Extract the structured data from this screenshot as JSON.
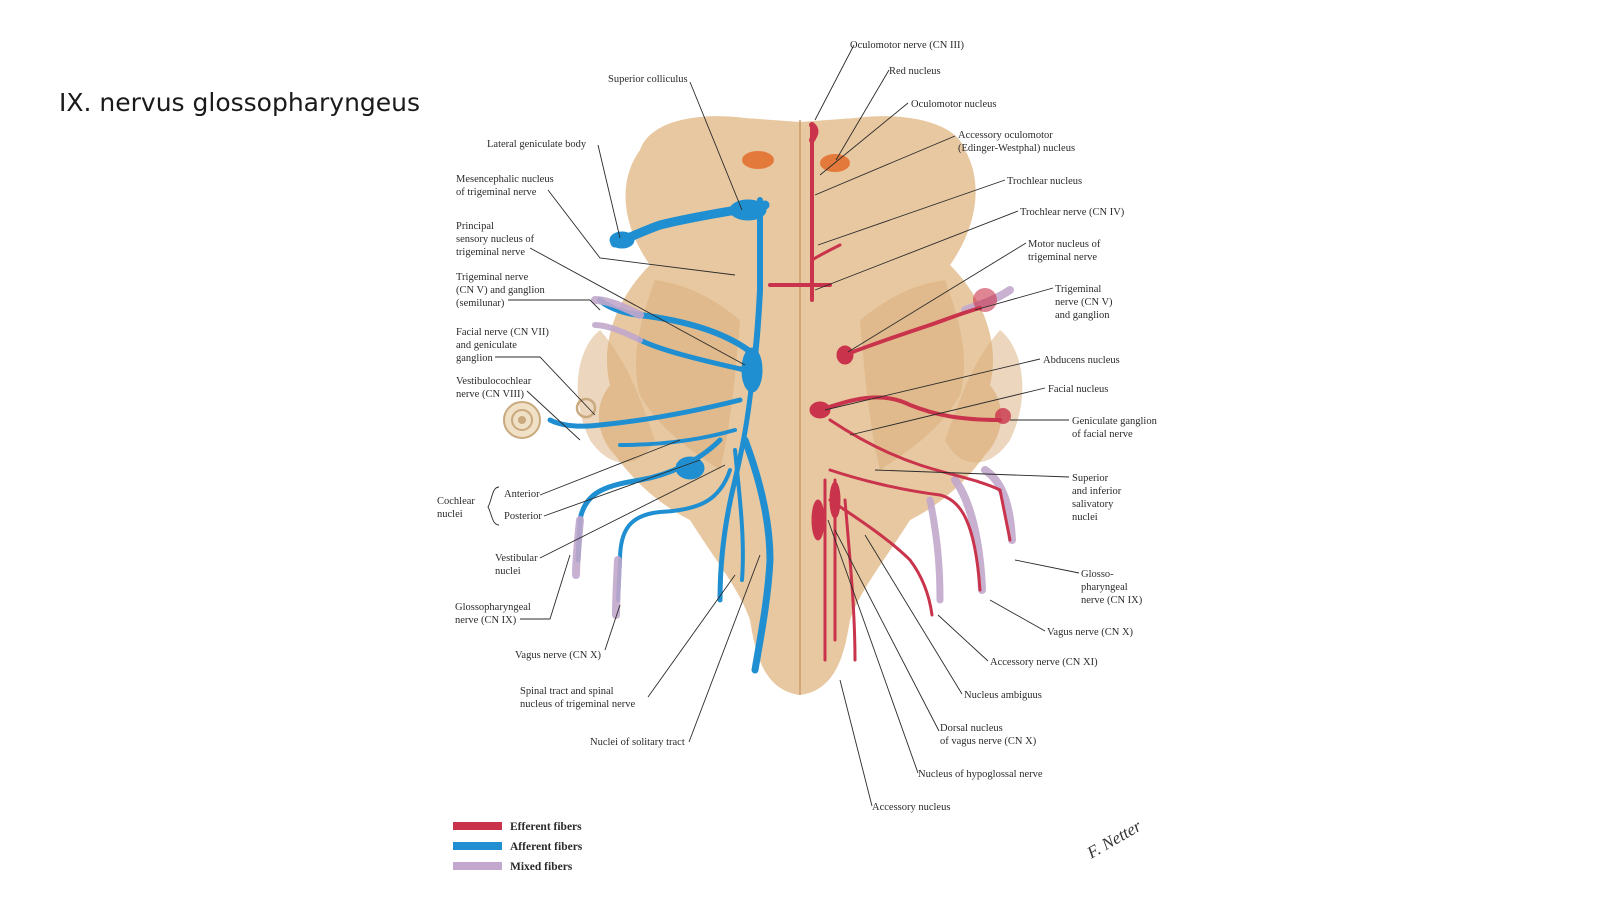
{
  "slide": {
    "title": "IX. nervus glossopharyngeus"
  },
  "colors": {
    "efferent": "#c9344c",
    "afferent": "#1f8fd1",
    "mixed": "#c2a8cc",
    "brainstem": "#e8c8a0",
    "brainstem_shadow": "#d9ae7c",
    "nucleus_orange": "#e37a3c",
    "background": "#ffffff"
  },
  "labels_left": {
    "superior_colliculus": "Superior colliculus",
    "lateral_geniculate": "Lateral geniculate body",
    "mesencephalic_l1": "Mesencephalic nucleus",
    "mesencephalic_l2": "of trigeminal nerve",
    "principal_l1": "Principal",
    "principal_l2": "sensory nucleus of",
    "principal_l3": "trigeminal nerve",
    "trigeminal_l1": "Trigeminal nerve",
    "trigeminal_l2": "(CN V) and ganglion",
    "trigeminal_l3": "(semilunar)",
    "facial_l1": "Facial nerve (CN VII)",
    "facial_l2": "and geniculate",
    "facial_l3": "ganglion",
    "vestibulo_l1": "Vestibulocochlear",
    "vestibulo_l2": "nerve (CN VIII)",
    "cochlear_l1": "Cochlear",
    "cochlear_l2": "nuclei",
    "anterior": "Anterior",
    "posterior": "Posterior",
    "vestibular_l1": "Vestibular",
    "vestibular_l2": "nuclei",
    "glosso_left_l1": "Glossopharyngeal",
    "glosso_left_l2": "nerve (CN IX)",
    "vagus_left": "Vagus nerve (CN X)",
    "spinal_l1": "Spinal tract and spinal",
    "spinal_l2": "nucleus of trigeminal nerve",
    "solitary": "Nuclei of solitary tract"
  },
  "labels_right": {
    "oculomotor_nerve": "Oculomotor nerve (CN III)",
    "red_nucleus": "Red nucleus",
    "oculomotor_nucleus": "Oculomotor nucleus",
    "accessory_oculomotor_l1": "Accessory oculomotor",
    "accessory_oculomotor_l2": "(Edinger-Westphal) nucleus",
    "trochlear_nucleus": "Trochlear nucleus",
    "trochlear_nerve": "Trochlear nerve (CN IV)",
    "motor_trigeminal_l1": "Motor nucleus of",
    "motor_trigeminal_l2": "trigeminal nerve",
    "trigeminal_right_l1": "Trigeminal",
    "trigeminal_right_l2": "nerve (CN V)",
    "trigeminal_right_l3": "and ganglion",
    "abducens_nucleus": "Abducens nucleus",
    "facial_nucleus": "Facial nucleus",
    "geniculate_l1": "Geniculate ganglion",
    "geniculate_l2": "of facial nerve",
    "salivatory_l1": "Superior",
    "salivatory_l2": "and inferior",
    "salivatory_l3": "salivatory",
    "salivatory_l4": "nuclei",
    "glosso_right_l1": "Glosso-",
    "glosso_right_l2": "pharyngeal",
    "glosso_right_l3": "nerve (CN IX)",
    "vagus_right": "Vagus nerve (CN X)",
    "accessory_nerve": "Accessory nerve (CN XI)",
    "ambiguus": "Nucleus ambiguus",
    "dorsal_vagus_l1": "Dorsal nucleus",
    "dorsal_vagus_l2": "of vagus nerve (CN X)",
    "hypoglossal": "Nucleus of hypoglossal nerve",
    "accessory_nucleus": "Accessory nucleus"
  },
  "legend": {
    "efferent": "Efferent fibers",
    "afferent": "Afferent fibers",
    "mixed": "Mixed fibers"
  },
  "signature": "F. Netter"
}
